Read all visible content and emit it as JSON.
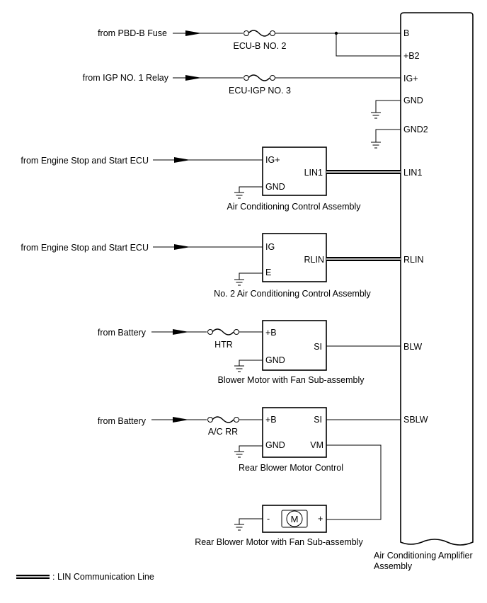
{
  "sources": {
    "pbdb": "from PBD-B Fuse",
    "igp_relay": "from IGP NO. 1 Relay",
    "engine_ecu_1": "from Engine Stop and Start ECU",
    "engine_ecu_2": "from Engine Stop and Start ECU",
    "battery_1": "from Battery",
    "battery_2": "from Battery"
  },
  "fuses": {
    "ecub": "ECU-B NO. 2",
    "ecuigp": "ECU-IGP NO. 3",
    "htr": "HTR",
    "acrr": "A/C RR"
  },
  "amplifier": {
    "name_line1": "Air Conditioning Amplifier",
    "name_line2": "Assembly",
    "pins": {
      "b": "B",
      "b2": "+B2",
      "ig": "IG+",
      "gnd": "GND",
      "gnd2": "GND2",
      "lin1": "LIN1",
      "rlin": "RLIN",
      "blw": "BLW",
      "sblw": "SBLW"
    }
  },
  "components": {
    "ac_control": {
      "name": "Air Conditioning Control Assembly",
      "pin_ig": "IG+",
      "pin_lin": "LIN1",
      "pin_gnd": "GND"
    },
    "ac_control_2": {
      "name": "No. 2 Air Conditioning Control Assembly",
      "pin_ig": "IG",
      "pin_lin": "RLIN",
      "pin_e": "E"
    },
    "blower": {
      "name": "Blower Motor with Fan Sub-assembly",
      "pin_b": "+B",
      "pin_si": "SI",
      "pin_gnd": "GND"
    },
    "rear_control": {
      "name": "Rear Blower Motor Control",
      "pin_b": "+B",
      "pin_si": "SI",
      "pin_gnd": "GND",
      "pin_vm": "VM"
    },
    "rear_motor": {
      "name": "Rear Blower Motor with Fan Sub-assembly",
      "minus": "-",
      "plus": "+",
      "symbol": "M"
    }
  },
  "legend": {
    "label": ": LIN Communication Line"
  }
}
